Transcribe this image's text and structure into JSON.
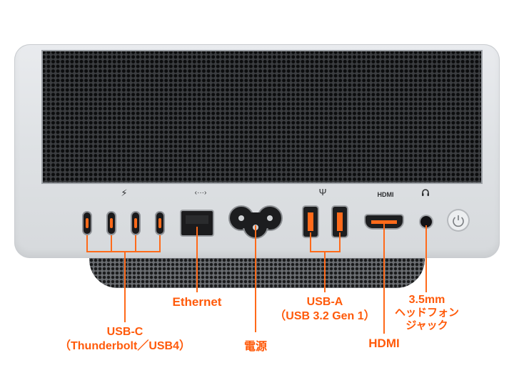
{
  "device_icons": {
    "thunderbolt_icon": "thunderbolt-icon",
    "ethernet_icon": "ethernet-icon",
    "usb_icon": "usb-icon",
    "hdmi_text": "HDMI",
    "headphone_icon": "headphone-icon"
  },
  "labels": {
    "usbc_line1": "USB-C",
    "usbc_line2": "（Thunderbolt／USB4）",
    "ethernet": "Ethernet",
    "power": "電源",
    "usba_line1": "USB-A",
    "usba_line2": "（USB 3.2 Gen 1）",
    "hdmi": "HDMI",
    "headphone_line1": "3.5mm",
    "headphone_line2": "ヘッドフォン",
    "headphone_line3": "ジャック"
  },
  "colors": {
    "accent": "#ff5a0a",
    "body": "#e0e3e6",
    "grille": "#2e3033"
  }
}
